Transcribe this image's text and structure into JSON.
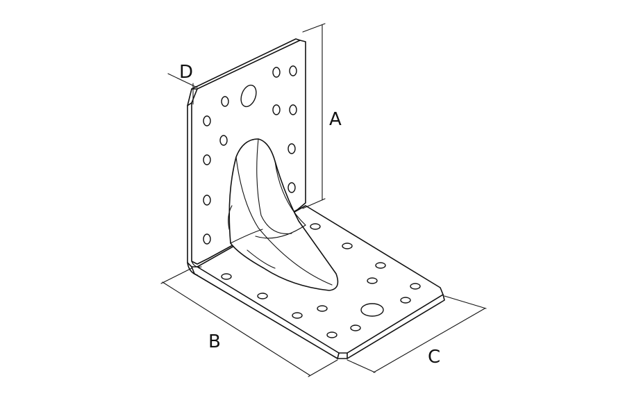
{
  "drawing": {
    "dimension_labels": {
      "a": "A",
      "b": "B",
      "c": "C",
      "d": "D"
    },
    "line_color": "#111111",
    "background": "#ffffff"
  }
}
